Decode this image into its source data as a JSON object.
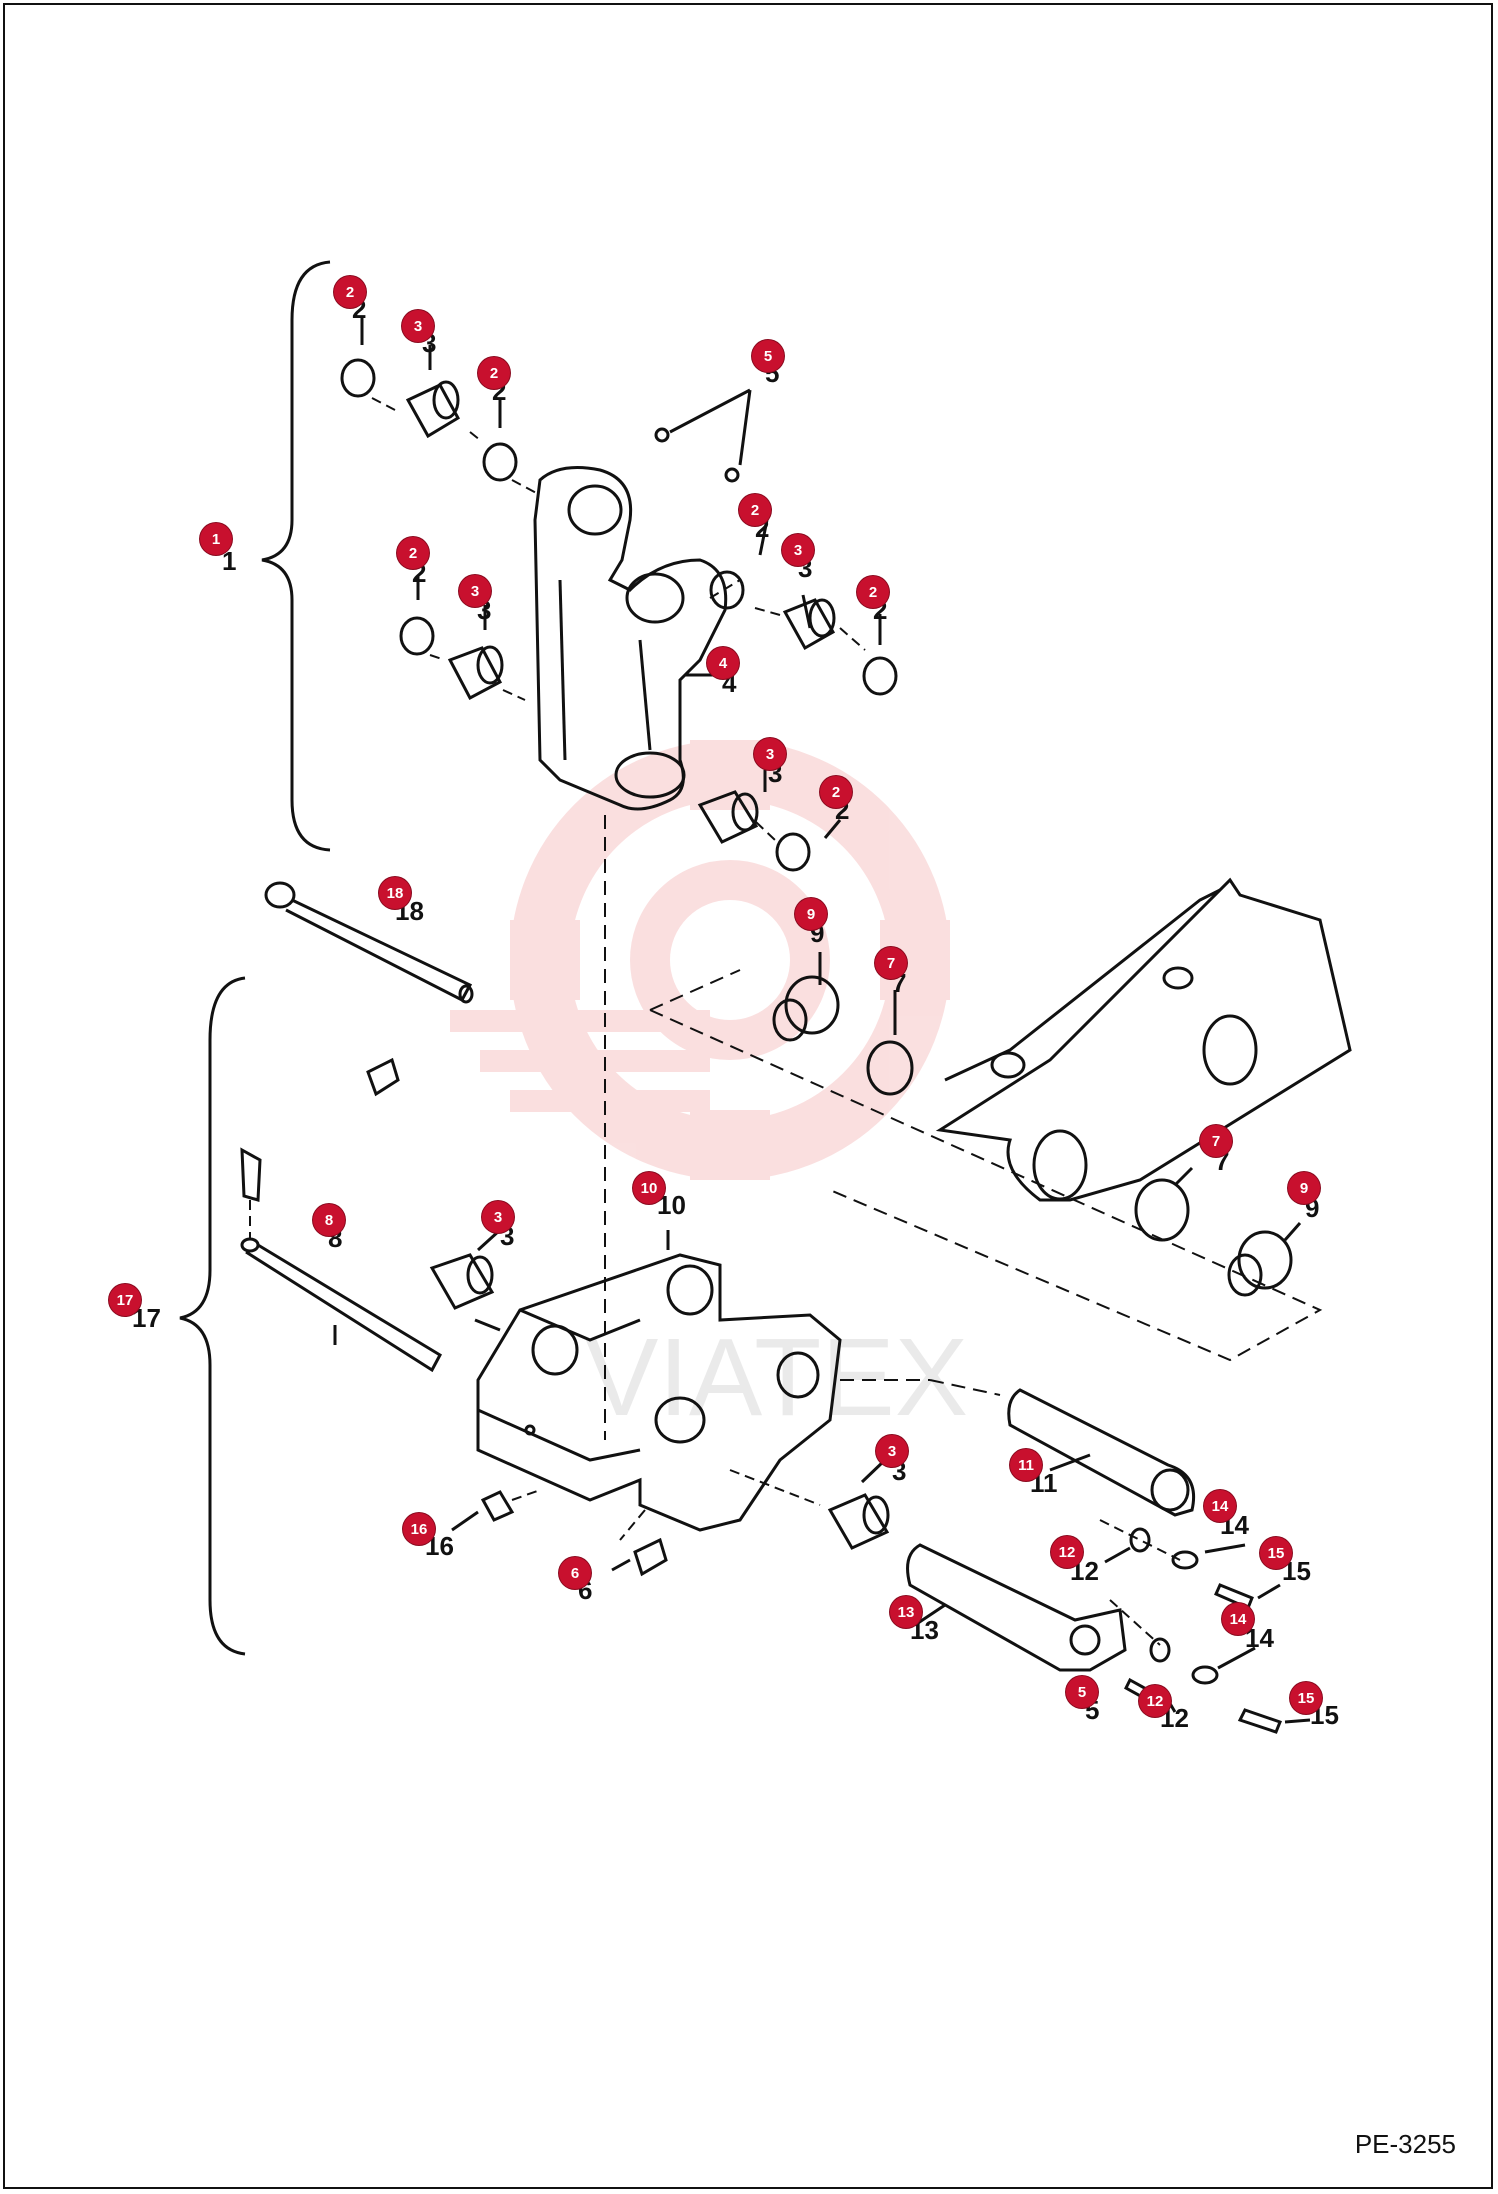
{
  "page_code": "PE-3255",
  "watermark_text": "VIATEX",
  "colors": {
    "callout": "#c8102e",
    "line": "#111111",
    "watermark": "#f6c6c6"
  },
  "callouts": [
    {
      "id": "c1",
      "num": "1"
    },
    {
      "id": "c2a",
      "num": "2"
    },
    {
      "id": "c3a",
      "num": "3"
    },
    {
      "id": "c2b",
      "num": "2"
    },
    {
      "id": "c5a",
      "num": "5"
    },
    {
      "id": "c2c",
      "num": "2"
    },
    {
      "id": "c3b",
      "num": "3"
    },
    {
      "id": "c2d",
      "num": "2"
    },
    {
      "id": "c2e",
      "num": "2"
    },
    {
      "id": "c3c",
      "num": "3"
    },
    {
      "id": "c4",
      "num": "4"
    },
    {
      "id": "c3d",
      "num": "3"
    },
    {
      "id": "c2f",
      "num": "2"
    },
    {
      "id": "c18",
      "num": "18"
    },
    {
      "id": "c9a",
      "num": "9"
    },
    {
      "id": "c7a",
      "num": "7"
    },
    {
      "id": "c7b",
      "num": "7"
    },
    {
      "id": "c9b",
      "num": "9"
    },
    {
      "id": "c8",
      "num": "8"
    },
    {
      "id": "c3e",
      "num": "3"
    },
    {
      "id": "c10",
      "num": "10"
    },
    {
      "id": "c17",
      "num": "17"
    },
    {
      "id": "c3f",
      "num": "3"
    },
    {
      "id": "c11",
      "num": "11"
    },
    {
      "id": "c14a",
      "num": "14"
    },
    {
      "id": "c12a",
      "num": "12"
    },
    {
      "id": "c15a",
      "num": "15"
    },
    {
      "id": "c16",
      "num": "16"
    },
    {
      "id": "c6",
      "num": "6"
    },
    {
      "id": "c13",
      "num": "13"
    },
    {
      "id": "c14b",
      "num": "14"
    },
    {
      "id": "c5b",
      "num": "5"
    },
    {
      "id": "c12b",
      "num": "12"
    },
    {
      "id": "c15b",
      "num": "15"
    }
  ]
}
